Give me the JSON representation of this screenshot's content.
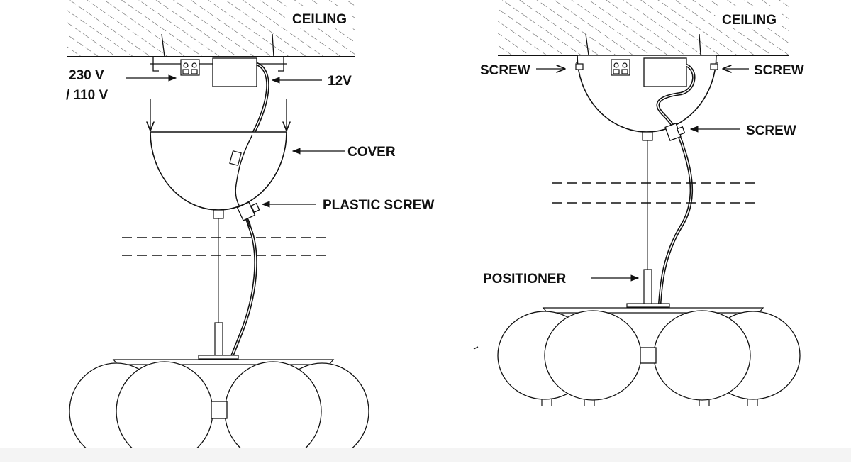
{
  "left_panel": {
    "ceiling": "CEILING",
    "voltage_line1": "230 V",
    "voltage_line2": "/ 110 V",
    "low_voltage": "12V",
    "cover": "COVER",
    "plastic_screw": "PLASTIC SCREW"
  },
  "right_panel": {
    "ceiling": "CEILING",
    "screw_left": "SCREW",
    "screw_right": "SCREW",
    "screw_cable": "SCREW",
    "positioner": "POSITIONER"
  },
  "colors": {
    "line": "#111111",
    "hatch": "#555555",
    "footer": "#f4f4f4"
  }
}
